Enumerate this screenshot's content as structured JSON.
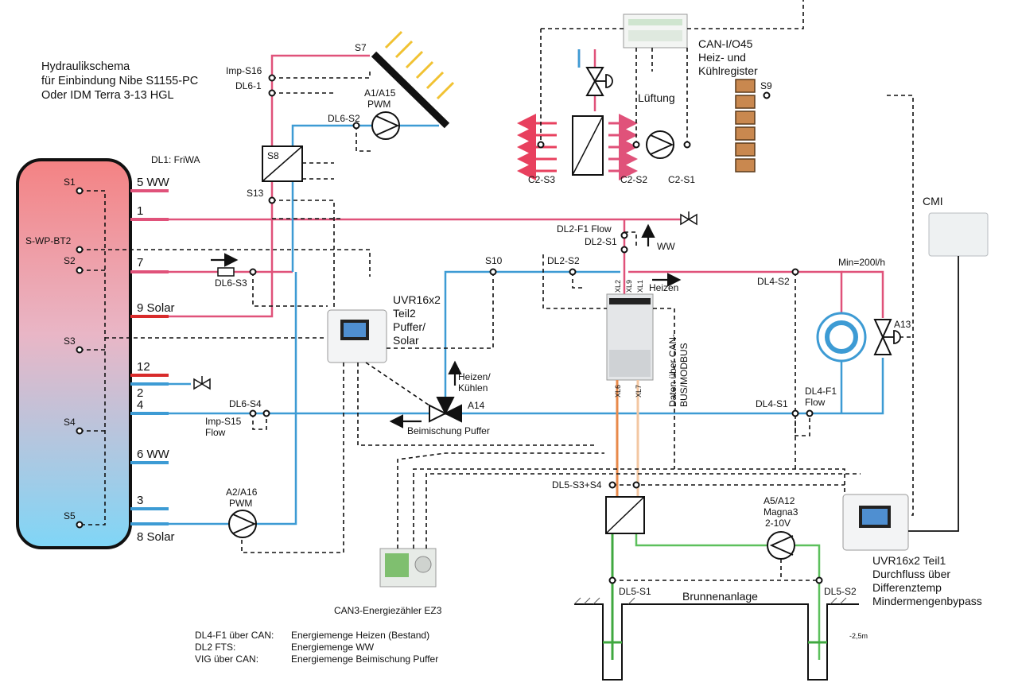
{
  "title": {
    "line1": "Hydraulikschema",
    "line2": "für Einbindung Nibe S1155-PC",
    "line3": "Oder IDM Terra 3-13 HGL"
  },
  "tank": {
    "sensors": [
      "S1",
      "S-WP-BT2",
      "S2",
      "S3",
      "S4",
      "S5"
    ],
    "ports": [
      "5 WW",
      "1",
      "7",
      "9 Solar",
      "12",
      "2",
      "4",
      "6 WW",
      "3",
      "8 Solar"
    ]
  },
  "labels": {
    "friwa": "DL1: FriWA",
    "s7": "S7",
    "imp_s16": "Imp-S16",
    "dl6_1": "DL6-1",
    "dl6_s2": "DL6-S2",
    "a1_a15": "A1/A15",
    "pwm1": "PWM",
    "s8": "S8",
    "s13": "S13",
    "can_io_1": "CAN-I/O45",
    "can_io_2": "Heiz- und",
    "can_io_3": "Kühlregister",
    "s9": "S9",
    "lueftung": "Lüftung",
    "c2_s3": "C2-S3",
    "c2_s2": "C2-S2",
    "c2_s1": "C2-S1",
    "cmi": "CMI",
    "dl2_f1": "DL2-F1 Flow",
    "dl2_s1": "DL2-S1",
    "ww": "WW",
    "dl2_s2": "DL2-S2",
    "s10": "S10",
    "dl6_s3": "DL6-S3",
    "uvr2_1": "UVR16x2",
    "uvr2_2": "Teil2",
    "uvr2_3": "Puffer/",
    "uvr2_4": "Solar",
    "heizen": "Heizen",
    "min_flow": "Min=200l/h",
    "dl4_s2": "DL4-S2",
    "a13": "A13",
    "heizen_kuehlen_1": "Heizen/",
    "heizen_kuehlen_2": "Kühlen",
    "a14": "A14",
    "beimischung": "Beimischung Puffer",
    "dl6_s4": "DL6-S4",
    "imp_s15": "Imp-S15",
    "flow": "Flow",
    "daten_1": "Daten über CAN-",
    "daten_2": "BUS/MODBUS",
    "dl4_s1": "DL4-S1",
    "dl4_f1": "DL4-F1",
    "dl4_f1_flow": "Flow",
    "xl2": "XL2",
    "xl9": "XL9",
    "xl1": "XL1",
    "xl6": "XL6",
    "xl7": "XL7",
    "dl5_s3s4": "DL5-S3+S4",
    "a2_a16": "A2/A16",
    "pwm2": "PWM",
    "a5_a12": "A5/A12",
    "magna": "Magna3",
    "volt": "2-10V",
    "uvr1_1": "UVR16x2 Teil1",
    "uvr1_2": "Durchfluss über",
    "uvr1_3": "Differenztemp",
    "uvr1_4": "Mindermengenbypass",
    "dl5_s1": "DL5-S1",
    "brunnen": "Brunnenanlage",
    "dl5_s2": "DL5-S2",
    "depth": "-2,5m",
    "ez3": "CAN3-Energiezähler EZ3"
  },
  "legend": [
    {
      "key": "DL4-F1 über CAN:",
      "value": "Energiemenge Heizen (Bestand)"
    },
    {
      "key": "DL2 FTS:",
      "value": "Energiemenge WW"
    },
    {
      "key": "VIG über CAN:",
      "value": "Energiemenge Beimischung Puffer"
    }
  ],
  "colors": {
    "hot": "#e0527a",
    "cold": "#3d9bd4",
    "well_hot": "#e8894a",
    "well_warm": "#f3c7a2",
    "well_green": "#5cc05c",
    "control": "#111111",
    "tank_top": "#f48283",
    "tank_bottom": "#7fd6f7",
    "brick": "#c9884f"
  }
}
